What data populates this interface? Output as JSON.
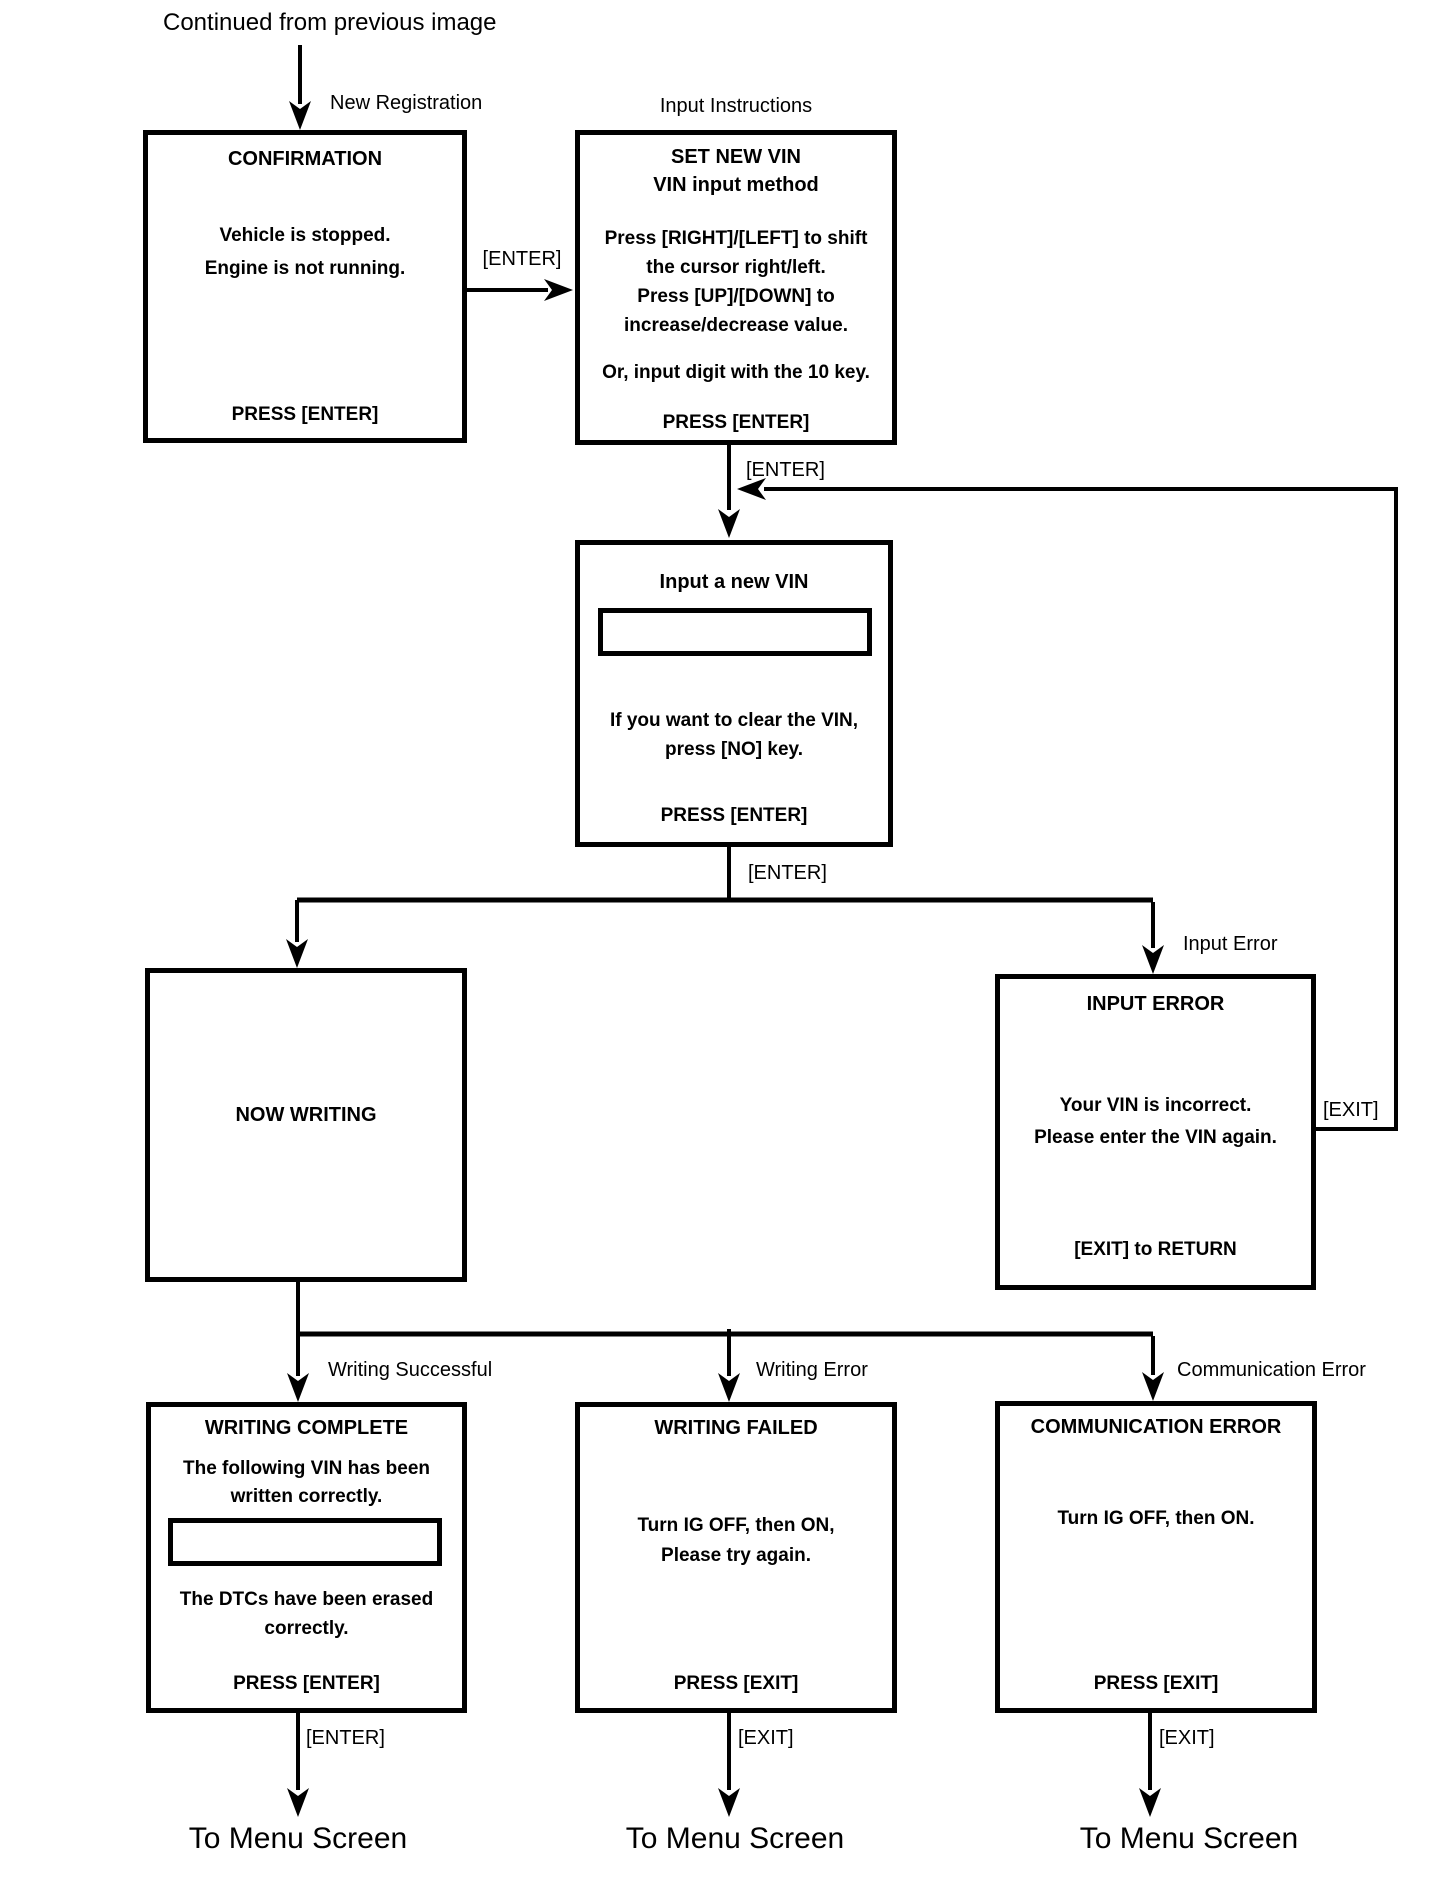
{
  "page": {
    "continued_from": "Continued from previous image",
    "to_menu_screen": "To Menu Screen"
  },
  "connector_labels": {
    "enter": "[ENTER]",
    "exit": "[EXIT]"
  },
  "branch_labels": {
    "new_registration": "New Registration",
    "input_instructions": "Input Instructions",
    "input_error": "Input Error",
    "writing_successful": "Writing Successful",
    "writing_error": "Writing Error",
    "communication_error": "Communication Error"
  },
  "screens": {
    "confirmation": {
      "title": "CONFIRMATION",
      "line1": "Vehicle is stopped.",
      "line2": "Engine is not running.",
      "footer": "PRESS [ENTER]"
    },
    "set_new_vin": {
      "title_line1": "SET NEW VIN",
      "title_line2": "VIN input method",
      "line1": "Press [RIGHT]/[LEFT] to shift",
      "line2": "the cursor right/left.",
      "line3": "Press [UP]/[DOWN] to",
      "line4": "increase/decrease value.",
      "line5": "Or, input digit with the 10 key.",
      "footer": "PRESS [ENTER]"
    },
    "input_new_vin": {
      "title": "Input a new VIN",
      "vin_field_value": "",
      "line1": "If you want to clear the VIN,",
      "line2": "press [NO] key.",
      "footer": "PRESS [ENTER]"
    },
    "now_writing": {
      "title": "NOW WRITING"
    },
    "input_error": {
      "title": "INPUT ERROR",
      "line1": "Your VIN is incorrect.",
      "line2": "Please enter the VIN again.",
      "footer": "[EXIT] to RETURN"
    },
    "writing_complete": {
      "title": "WRITING COMPLETE",
      "line1": "The following VIN has been",
      "line2": "written correctly.",
      "vin_field_value": "",
      "line3": "The DTCs have been erased",
      "line4": "correctly.",
      "footer": "PRESS [ENTER]"
    },
    "writing_failed": {
      "title": "WRITING FAILED",
      "line1": "Turn IG OFF, then ON,",
      "line2": "Please try again.",
      "footer": "PRESS [EXIT]"
    },
    "communication_error": {
      "title": "COMMUNICATION ERROR",
      "line1": "Turn IG OFF, then ON.",
      "footer": "PRESS [EXIT]"
    }
  },
  "colors": {
    "line": "#000000",
    "background": "#ffffff"
  }
}
